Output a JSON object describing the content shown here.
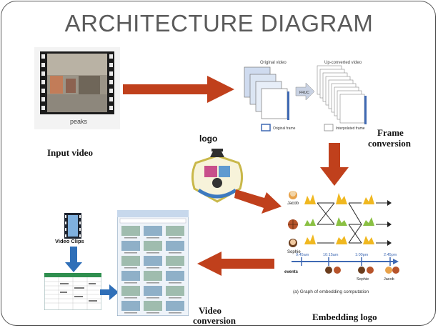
{
  "slide": {
    "title": "ARCHITECTURE DIAGRAM"
  },
  "input_video": {
    "caption": "peaks",
    "label": "Input video"
  },
  "frame_conversion": {
    "original_header": "Original video",
    "upconverted_header": "Up-converted video",
    "fruc_label": "FRUC",
    "legend_original": "Original frame",
    "legend_interpolated": "Interpolated frame",
    "label_line1": "Frame",
    "label_line2": "conversion"
  },
  "logo": {
    "label": "logo"
  },
  "embedding": {
    "person_top": "Jacob",
    "person_bottom": "Sophie",
    "events_label": "events",
    "times": [
      "9:45am",
      "10:15am",
      "1:00pm",
      "2:45pm"
    ],
    "bottom_names": [
      "Sophie",
      "Jacob"
    ],
    "graph_caption": "(a) Graph of embedding computation",
    "label": "Embedding logo"
  },
  "video_conversion": {
    "clips_label": "Video Clips",
    "label_line1": "Video",
    "label_line2": "conversion"
  },
  "colors": {
    "arrow": "#c0401c",
    "arrow_blue": "#2f6fb8",
    "title": "#5b5b5b"
  }
}
